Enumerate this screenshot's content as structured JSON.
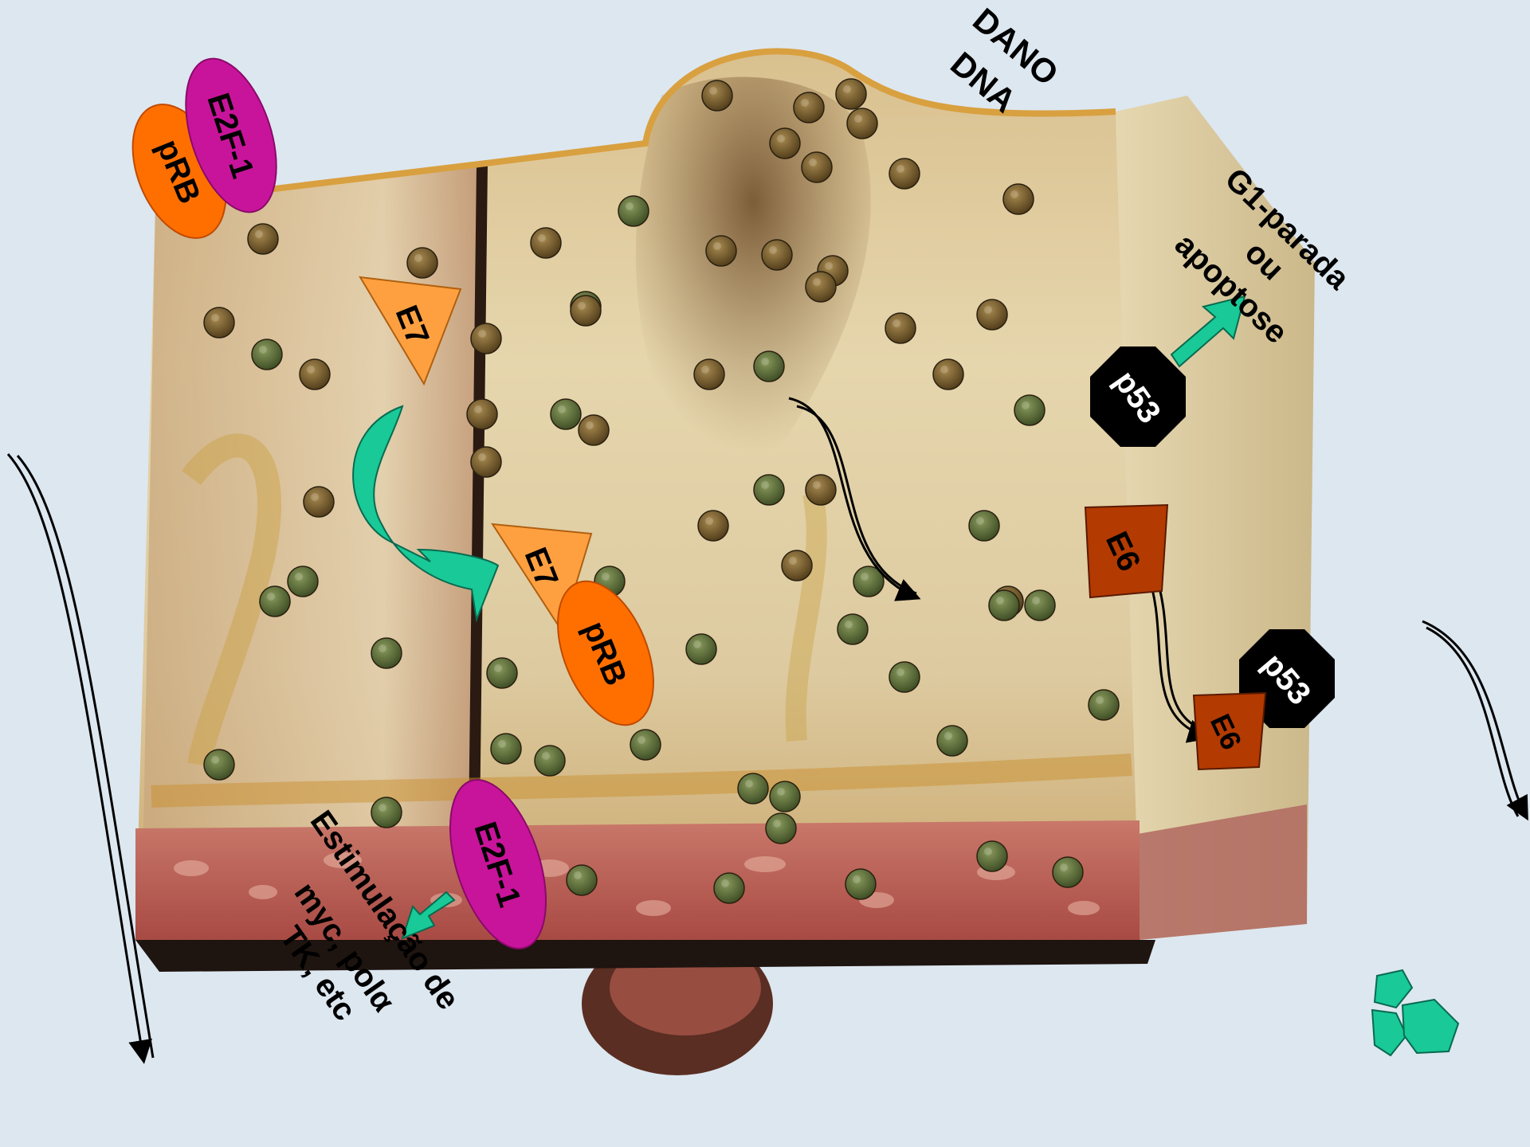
{
  "labels": {
    "prb_top": "pRB",
    "e2f1_top": "E2F-1",
    "e7_left": "E7",
    "e7_mid": "E7",
    "prb_mid": "pRB",
    "e2f1_bottom": "E2F-1",
    "stim_line1": "Estimulação de",
    "stim_line2": "myc, polα",
    "stim_line3": "TK, etc",
    "dano_line1": "DANO",
    "dano_line2": "DNA",
    "g1_line1": "G1-parada",
    "g1_line2": "ou",
    "g1_line3": "apoptose",
    "p53_top": "p53",
    "e6_mid": "E6",
    "p53_bottom": "p53",
    "e6_bottom": "E6"
  },
  "colors": {
    "background": "#dde7f0",
    "prb": "#ff6f00",
    "e2f1": "#c8149a",
    "e7": "#ffa040",
    "e6": "#b33a00",
    "p53": "#000000",
    "arrow_teal": "#19c997",
    "virus_green": "#5a6b3a",
    "virus_brown": "#7a6030"
  },
  "icons": [
    "virus-particle-icon",
    "curved-arrow-icon",
    "teal-arrow-icon",
    "cell-fragment-icon"
  ]
}
